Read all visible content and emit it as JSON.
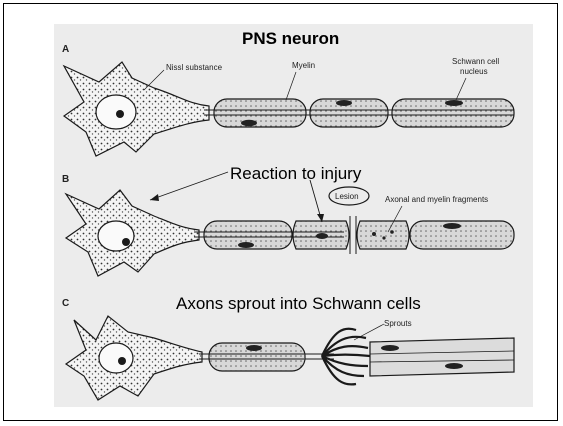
{
  "slide": {
    "title": "PNS neuron",
    "overlay_reaction": "Reaction to injury",
    "overlay_sprout": "Axons sprout into Schwann cells"
  },
  "figure": {
    "panel_a": "A",
    "panel_b": "B",
    "panel_c": "C",
    "nissl": "Nissl substance",
    "myelin": "Myelin",
    "schwann_line1": "Schwann cell",
    "schwann_line2": "nucleus",
    "lesion": "Lesion",
    "fragments": "Axonal and myelin fragments",
    "sprouts": "Sprouts"
  },
  "colors": {
    "ink": "#1a1a1a",
    "figure_bg": "#ececec"
  }
}
